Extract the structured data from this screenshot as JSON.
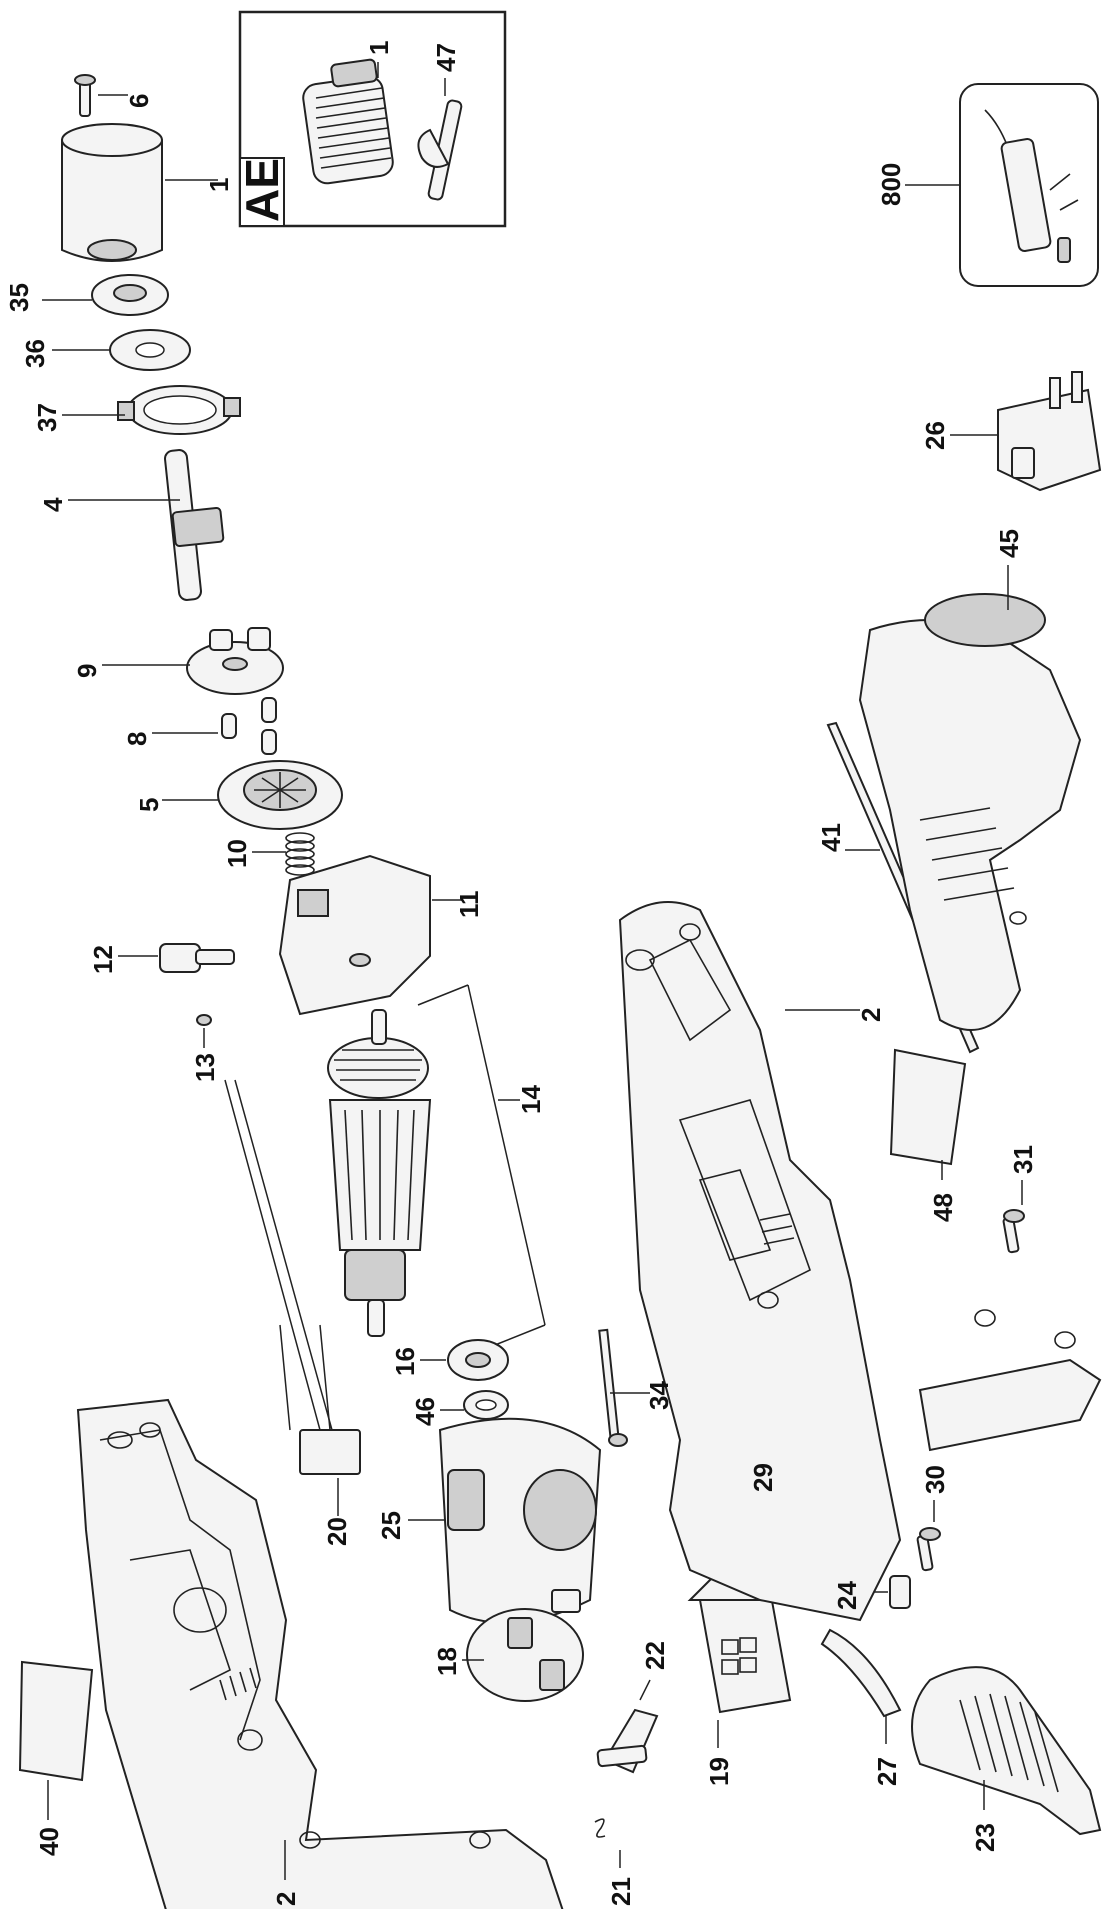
{
  "inset_box": {
    "label": "AE",
    "parts": [
      "1",
      "47"
    ]
  },
  "parts": [
    {
      "id": "p6",
      "label": "6"
    },
    {
      "id": "p1",
      "label": "1"
    },
    {
      "id": "p35",
      "label": "35"
    },
    {
      "id": "p36",
      "label": "36"
    },
    {
      "id": "p37",
      "label": "37"
    },
    {
      "id": "p4",
      "label": "4"
    },
    {
      "id": "p9",
      "label": "9"
    },
    {
      "id": "p8",
      "label": "8"
    },
    {
      "id": "p5",
      "label": "5"
    },
    {
      "id": "p10",
      "label": "10"
    },
    {
      "id": "p12",
      "label": "12"
    },
    {
      "id": "p13",
      "label": "13"
    },
    {
      "id": "p11",
      "label": "11"
    },
    {
      "id": "p14",
      "label": "14"
    },
    {
      "id": "p16",
      "label": "16"
    },
    {
      "id": "p46",
      "label": "46"
    },
    {
      "id": "p34",
      "label": "34"
    },
    {
      "id": "p25",
      "label": "25"
    },
    {
      "id": "p20",
      "label": "20"
    },
    {
      "id": "p18",
      "label": "18"
    },
    {
      "id": "p22",
      "label": "22"
    },
    {
      "id": "p21",
      "label": "21"
    },
    {
      "id": "p19",
      "label": "19"
    },
    {
      "id": "p29",
      "label": "29"
    },
    {
      "id": "p24",
      "label": "24"
    },
    {
      "id": "p30",
      "label": "30"
    },
    {
      "id": "p27",
      "label": "27"
    },
    {
      "id": "p23",
      "label": "23"
    },
    {
      "id": "p2a",
      "label": "2"
    },
    {
      "id": "p2b",
      "label": "2"
    },
    {
      "id": "p40",
      "label": "40"
    },
    {
      "id": "p41",
      "label": "41"
    },
    {
      "id": "p45",
      "label": "45"
    },
    {
      "id": "p48",
      "label": "48"
    },
    {
      "id": "p31",
      "label": "31"
    },
    {
      "id": "p26",
      "label": "26"
    },
    {
      "id": "p800",
      "label": "800"
    }
  ]
}
